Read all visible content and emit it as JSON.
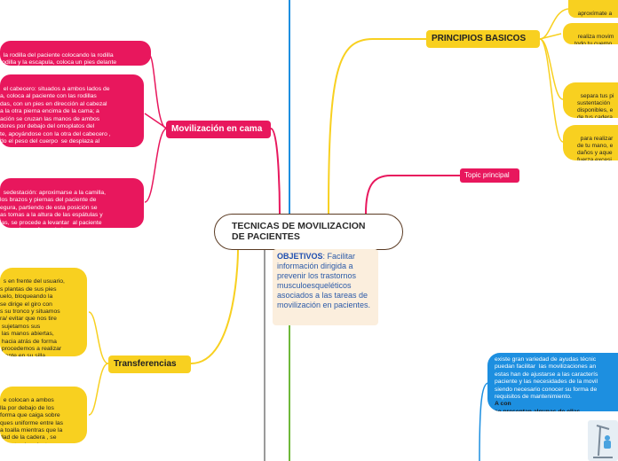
{
  "center": {
    "title_line1": "TECNICAS DE MOVILIZACION",
    "title_line2": "DE PACIENTES"
  },
  "objectives": {
    "label": "OBJETIVOS",
    "text": ": Facilitar información dirigida a prevenir los trastornos musculoesqueléticos asociados a las tareas de movilización en pacientes."
  },
  "branches": {
    "movilizacion": "Movilización en cama",
    "transferencias": "Transferencias",
    "principios": "PRINCIPIOS BASICOS",
    "topic": "Topic principal"
  },
  "mov_items": [
    "la rodilla del paciente colocando la rodilla\nrodilla y la escapula, coloca un pies delante",
    "el cabecero: situados a ambos lados de\na, coloca al paciente con las rodillas\ndas, con un pies en dirección al cabezal\na la otra pierna encima de la cama; a\nación se cruzan las manos de ambos\ndores por debajo del omoplatos del\nte, apoyándose con la otra del cabecero ,\ndo el peso del cuerpo  se desplaza al\ne",
    "sedestación: aproximarse a la camilla,\nlos brazos y piernas del paciente de\negura, partiendo de esta posición se\nas tomas a la altura de las espátulas y\nlas, se procede a levantar  al paciente\na sus piernas fuera de la cama"
  ],
  "mov_hl": [
    "el cabecero",
    "sedestación"
  ],
  "trans_items": [
    "s en frente del usuario,\ns plantas de sus pies\nuelo, bloqueando la\nse dirige el giro con\ns su tronco y situamos\nra/ evitar que nos tire\n sujetamos sus\n las manos abiertas,\n hacia atrás de forma\n procedemos a realizar\nmente en su silla",
    "e colocan a ambos\nlla por debajo de los\nforma que caiga sobre\nques uniforme entre las\na toalla mientras que la\ndad de la cadera , se\nlevanta al paciente"
  ],
  "principios_items": [
    "aproxímate a\nespalda recta",
    "realiza movim\ntodo tu cuerpo",
    "separa tus pi\nsustentación\ndisponibles, e\nde tus cadera",
    "para realizar\nde tu mano, e\ndaños y aque\nfuerza excesi"
  ],
  "ayudas": {
    "text": "existe gran variedad de ayudas técnic\npuedan facilitar  las movilizaciones an\nestas han de ajustarse a las caracterís\npaciente y las necesidades de la movil\nsiendo necesario conocer su forma de\nrequisitos de mantenimiento.",
    "bold": "A con\nse presentan algunas de ellas"
  },
  "colors": {
    "pink": "#e8175d",
    "yellow": "#f8d020",
    "blue": "#1d8fe0",
    "green": "#6fb83a",
    "gray": "#9a9a9a",
    "orange": "#f0a020",
    "brown": "#5a3a22"
  }
}
